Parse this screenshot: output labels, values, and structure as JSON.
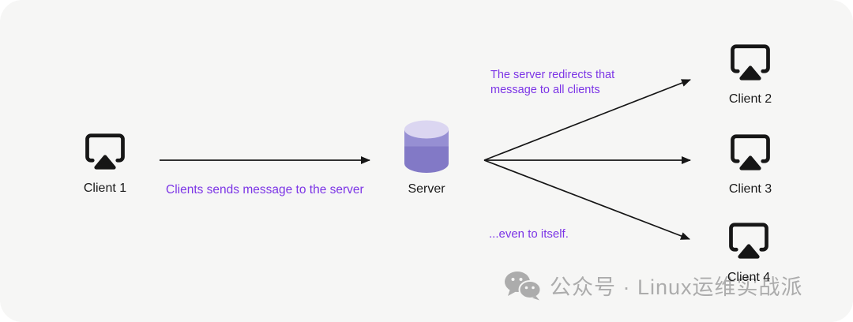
{
  "canvas": {
    "background": "#F6F6F5",
    "page_background": "#FFFFFF"
  },
  "nodes": {
    "client1": {
      "label": "Client 1",
      "icon": "airplay-display-icon"
    },
    "server": {
      "label": "Server",
      "icon": "database-cylinder-icon"
    },
    "client2": {
      "label": "Client 2",
      "icon": "airplay-display-icon"
    },
    "client3": {
      "label": "Client 3",
      "icon": "airplay-display-icon"
    },
    "client4": {
      "label": "Client 4",
      "icon": "airplay-display-icon"
    }
  },
  "annotations": {
    "client_to_server": "Clients sends message to the server",
    "server_to_clients": "The server redirects that message to all clients",
    "even_to_itself": "...even to itself."
  },
  "arrows": [
    {
      "name": "client1-to-server",
      "from": "client1",
      "to": "server"
    },
    {
      "name": "server-to-client2",
      "from": "server",
      "to": "client2"
    },
    {
      "name": "server-to-client3",
      "from": "server",
      "to": "client3"
    },
    {
      "name": "server-to-client4",
      "from": "server",
      "to": "client4"
    }
  ],
  "watermark": {
    "icon": "wechat-icon",
    "text": "公众号 · Linux运维实战派"
  },
  "colors": {
    "annotation_purple": "#7C35E6",
    "node_icon_black": "#161616",
    "arrow_black": "#161616",
    "cylinder_top": "#DBD6F1",
    "cylinder_upper": "#968FD3",
    "cylinder_lower": "#8279C6",
    "watermark_gray": "#A9A9A9"
  }
}
